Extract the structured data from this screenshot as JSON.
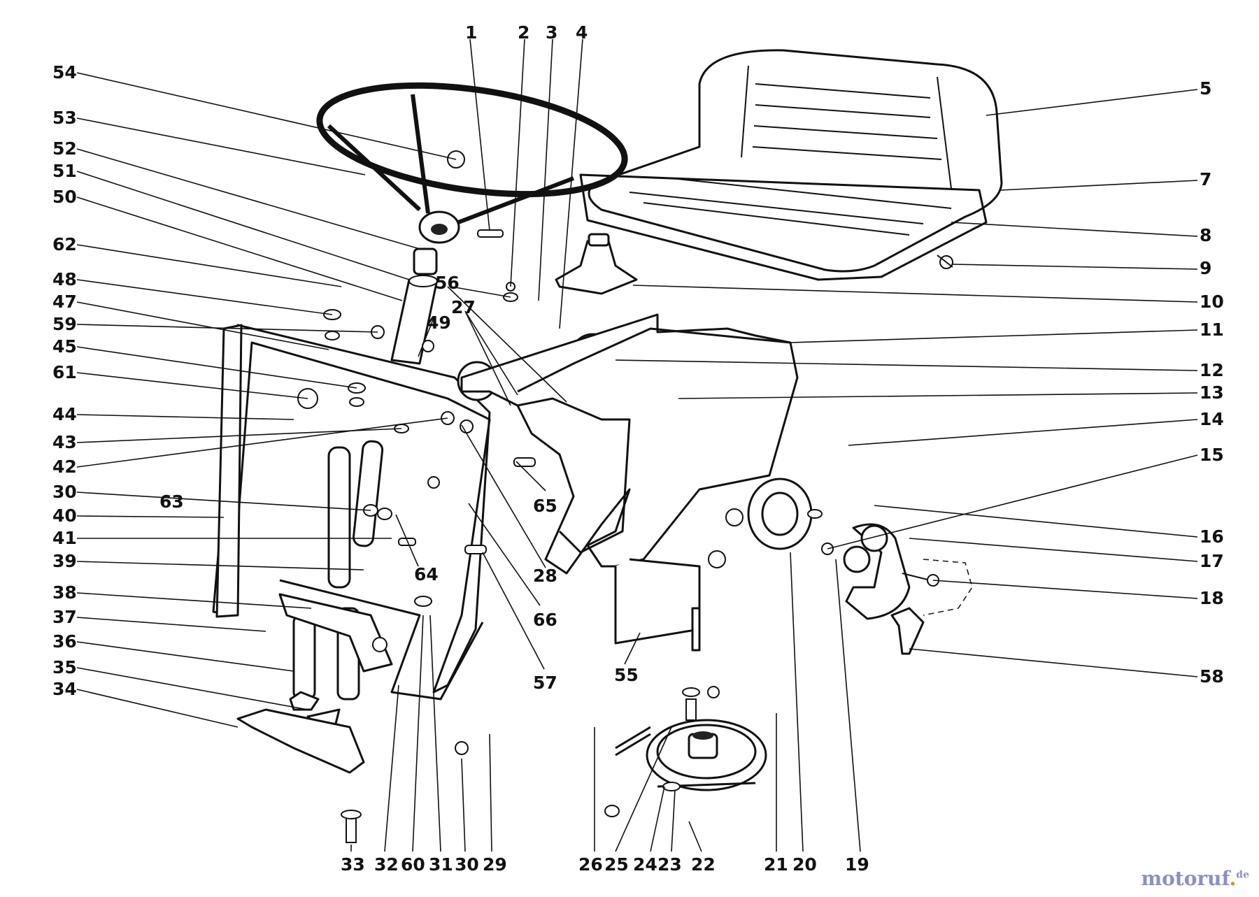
{
  "labels": [
    {
      "id": "l1",
      "text": "1"
    },
    {
      "id": "l2",
      "text": "2"
    },
    {
      "id": "l3",
      "text": "3"
    },
    {
      "id": "l4",
      "text": "4"
    },
    {
      "id": "l5",
      "text": "5"
    },
    {
      "id": "l7",
      "text": "7"
    },
    {
      "id": "l8",
      "text": "8"
    },
    {
      "id": "l9",
      "text": "9"
    },
    {
      "id": "l10",
      "text": "10"
    },
    {
      "id": "l11",
      "text": "11"
    },
    {
      "id": "l12",
      "text": "12"
    },
    {
      "id": "l13",
      "text": "13"
    },
    {
      "id": "l14",
      "text": "14"
    },
    {
      "id": "l15",
      "text": "15"
    },
    {
      "id": "l16",
      "text": "16"
    },
    {
      "id": "l17",
      "text": "17"
    },
    {
      "id": "l18",
      "text": "18"
    },
    {
      "id": "l58",
      "text": "58"
    },
    {
      "id": "l54",
      "text": "54"
    },
    {
      "id": "l53",
      "text": "53"
    },
    {
      "id": "l52",
      "text": "52"
    },
    {
      "id": "l51",
      "text": "51"
    },
    {
      "id": "l50",
      "text": "50"
    },
    {
      "id": "l62",
      "text": "62"
    },
    {
      "id": "l48",
      "text": "48"
    },
    {
      "id": "l47",
      "text": "47"
    },
    {
      "id": "l59",
      "text": "59"
    },
    {
      "id": "l45",
      "text": "45"
    },
    {
      "id": "l61",
      "text": "61"
    },
    {
      "id": "l44",
      "text": "44"
    },
    {
      "id": "l43",
      "text": "43"
    },
    {
      "id": "l42",
      "text": "42"
    },
    {
      "id": "l30a",
      "text": "30"
    },
    {
      "id": "l40",
      "text": "40"
    },
    {
      "id": "l41",
      "text": "41"
    },
    {
      "id": "l39",
      "text": "39"
    },
    {
      "id": "l38",
      "text": "38"
    },
    {
      "id": "l37",
      "text": "37"
    },
    {
      "id": "l36",
      "text": "36"
    },
    {
      "id": "l35",
      "text": "35"
    },
    {
      "id": "l34",
      "text": "34"
    },
    {
      "id": "l63",
      "text": "63"
    },
    {
      "id": "l56",
      "text": "56"
    },
    {
      "id": "l27",
      "text": "27"
    },
    {
      "id": "l49",
      "text": "49"
    },
    {
      "id": "l65",
      "text": "65"
    },
    {
      "id": "l64",
      "text": "64"
    },
    {
      "id": "l28",
      "text": "28"
    },
    {
      "id": "l66",
      "text": "66"
    },
    {
      "id": "l57",
      "text": "57"
    },
    {
      "id": "l55",
      "text": "55"
    },
    {
      "id": "l33",
      "text": "33"
    },
    {
      "id": "l32",
      "text": "32"
    },
    {
      "id": "l60",
      "text": "60"
    },
    {
      "id": "l31",
      "text": "31"
    },
    {
      "id": "l30b",
      "text": "30"
    },
    {
      "id": "l29",
      "text": "29"
    },
    {
      "id": "l26",
      "text": "26"
    },
    {
      "id": "l25",
      "text": "25"
    },
    {
      "id": "l24",
      "text": "24"
    },
    {
      "id": "l23",
      "text": "23"
    },
    {
      "id": "l22",
      "text": "22"
    },
    {
      "id": "l21",
      "text": "21"
    },
    {
      "id": "l20",
      "text": "20"
    },
    {
      "id": "l19",
      "text": "19"
    }
  ],
  "watermark": {
    "brand": "motoruf",
    "dot": ".",
    "tld": "de"
  }
}
